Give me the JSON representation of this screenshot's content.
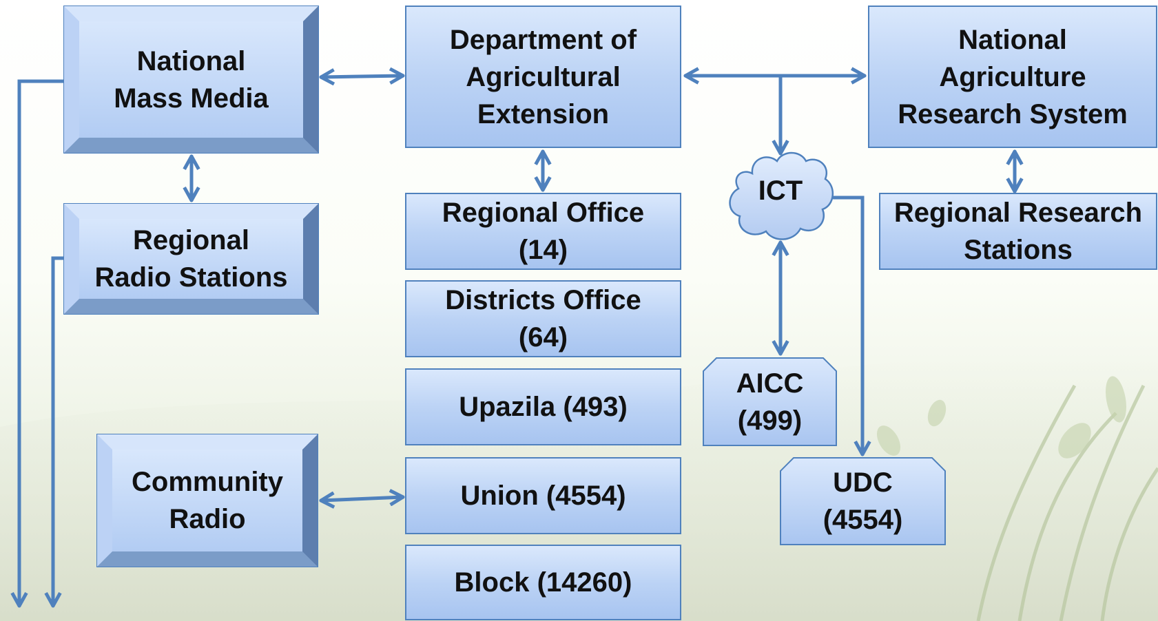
{
  "nodes": {
    "national_mass_media": "National\nMass Media",
    "regional_radio_stations": "Regional\nRadio Stations",
    "community_radio": "Community\nRadio",
    "dae": "Department of\nAgricultural\nExtension",
    "regional_office": "Regional Office\n(14)",
    "districts_office": "Districts Office\n(64)",
    "upazila": "Upazila (493)",
    "union": "Union (4554)",
    "block": "Block (14260)",
    "ict": "ICT",
    "aicc": "AICC\n(499)",
    "udc": "UDC\n(4554)",
    "nars": "National\nAgriculture\nResearch System",
    "regional_research_stations": "Regional Research\nStations"
  },
  "colors": {
    "box_fill_top": "#dae8fc",
    "box_fill_bottom": "#a7c4f0",
    "box_border": "#4f81bd",
    "connector": "#4f81bd",
    "text": "#111111"
  }
}
